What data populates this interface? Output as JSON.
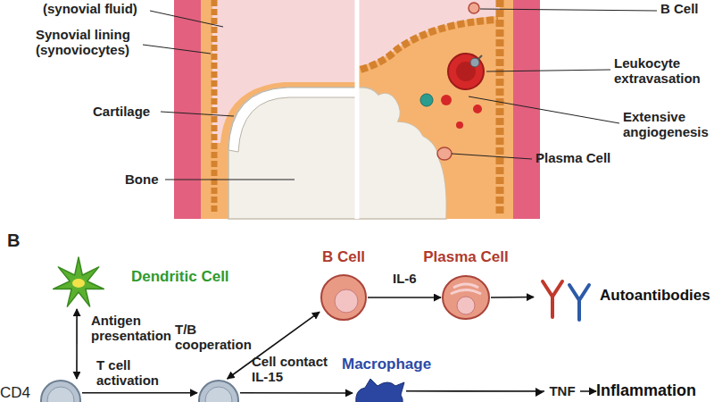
{
  "diagram": {
    "nodes": [
      {
        "text": [
          "Dendritic Cell"
        ]
      },
      {
        "text": [
          "B Cell"
        ]
      },
      {
        "text": [
          "Plasma Cell"
        ]
      },
      {
        "text": [
          "Autoantibodies"
        ]
      },
      {
        "text": [
          "CD4"
        ]
      },
      {
        "text": []
      },
      {
        "text": [
          "Macrophage"
        ]
      },
      {
        "text": [
          "Inflammation"
        ]
      }
    ],
    "edges": [
      {
        "from": 0,
        "to": 4,
        "arrow": "both",
        "label": "Antigen presentation"
      },
      {
        "from": 4,
        "to": 5,
        "arrow": "to",
        "label": "T cell activation"
      },
      {
        "from": 5,
        "to": 1,
        "arrow": "both",
        "label": "T/B cooperation"
      },
      {
        "from": 1,
        "to": 2,
        "arrow": "to",
        "label": "IL-6"
      },
      {
        "from": 2,
        "to": 3,
        "arrow": "to"
      },
      {
        "from": 5,
        "to": 6,
        "arrow": "to",
        "label": "Cell contact IL-15"
      },
      {
        "from": 6,
        "to": 7,
        "arrow": "to",
        "label": "TNF"
      }
    ],
    "labels": [
      "(synovial fluid)",
      "B Cell",
      "Synovial lining (synoviocytes)",
      "Leukocyte extravasation",
      "Cartilage",
      "Extensive angiogenesis",
      "Plasma Cell",
      "Bone",
      "B"
    ]
  }
}
